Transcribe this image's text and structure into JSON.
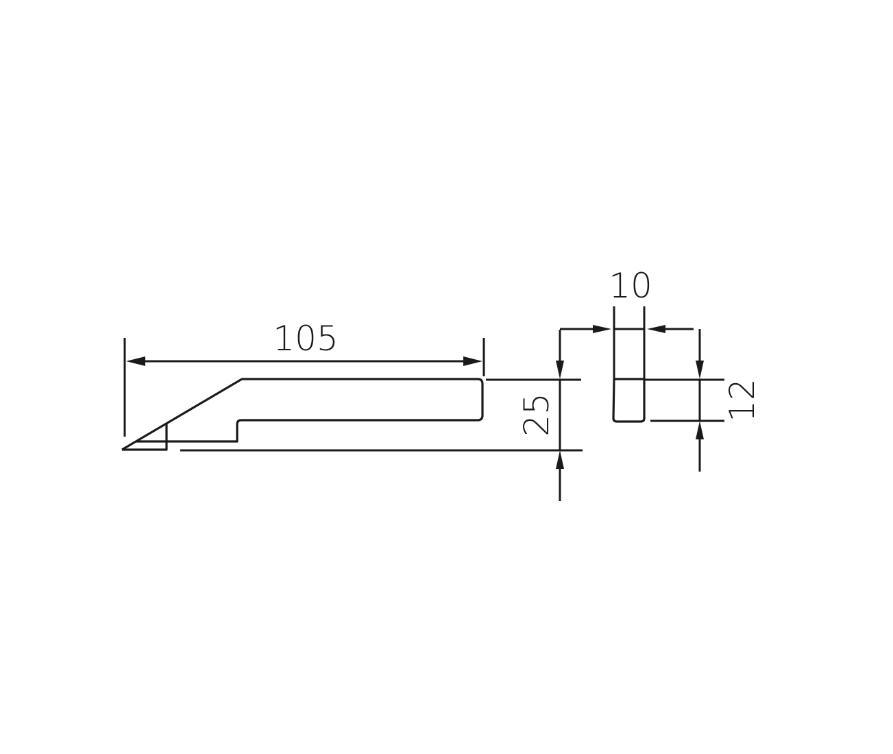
{
  "drawing": {
    "side_view": {
      "length_label": "105",
      "height_label": "25"
    },
    "end_view": {
      "width_label": "10",
      "height_label": "12"
    },
    "line_color": "#1a1a1a"
  }
}
